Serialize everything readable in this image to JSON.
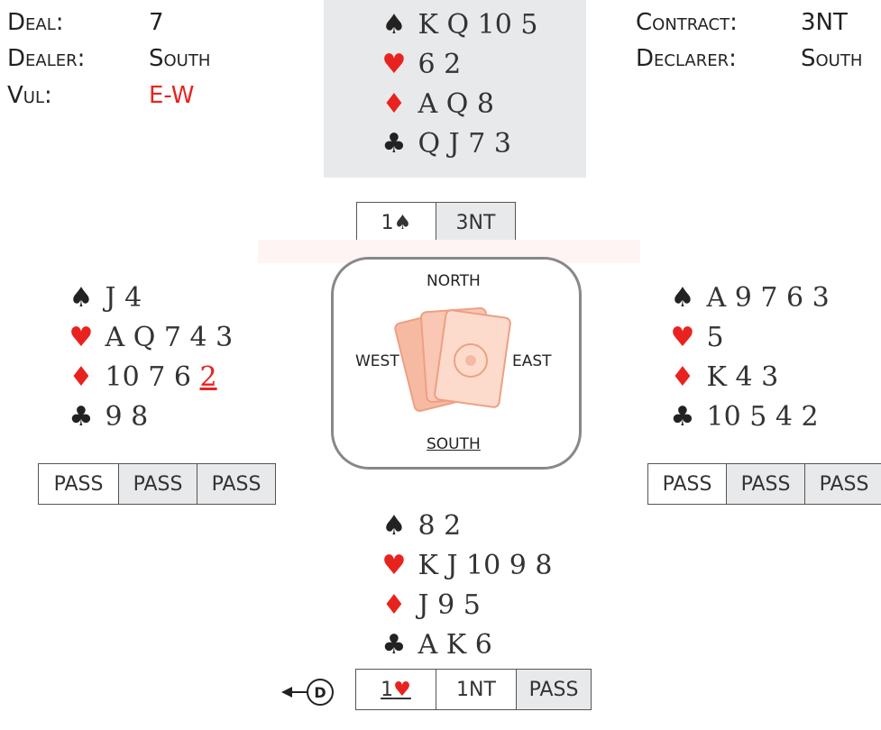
{
  "info_left": {
    "deal_label": "Deal:",
    "deal_value": "7",
    "dealer_label": "Dealer:",
    "dealer_value": "South",
    "vul_label": "Vul:",
    "vul_value": "E-W"
  },
  "info_right": {
    "contract_label": "Contract:",
    "contract_value": "3NT",
    "declarer_label": "Declarer:",
    "declarer_value": "South"
  },
  "suits": {
    "spade": "♠",
    "heart": "♥",
    "diamond": "♦",
    "club": "♣"
  },
  "hands": {
    "north": {
      "spades": "K Q 10 5",
      "hearts": "6 2",
      "diamonds": "A Q 8",
      "clubs": "Q J 7 3"
    },
    "west": {
      "spades": "J 4",
      "hearts": "A Q 7 4 3",
      "diamonds_prefix": "10 7 6",
      "diamonds_lead": "2",
      "clubs": "9 8"
    },
    "east": {
      "spades": "A 9 7 6 3",
      "hearts": "5",
      "diamonds": "K 4 3",
      "clubs": "10 5 4 2"
    },
    "south": {
      "spades": "8 2",
      "hearts": "K J 10 9 8",
      "diamonds": "J 9 5",
      "clubs": "A K 6"
    }
  },
  "bids": {
    "north": {
      "b1_level": "1",
      "b1_suit": "♠",
      "b2": "3NT"
    },
    "west": [
      "PASS",
      "PASS",
      "PASS"
    ],
    "east": [
      "PASS",
      "PASS",
      "PASS"
    ],
    "south": {
      "b1_level": "1",
      "b1_suit": "♥",
      "b2": "1NT",
      "b3": "PASS"
    }
  },
  "compass": {
    "north": "NORTH",
    "south": "SOUTH",
    "east": "EAST",
    "west": "WEST"
  },
  "dealer_marker": "D",
  "colors": {
    "red": "#e8231f",
    "panel": "#e8e9eb",
    "card": "#f08f6c"
  }
}
